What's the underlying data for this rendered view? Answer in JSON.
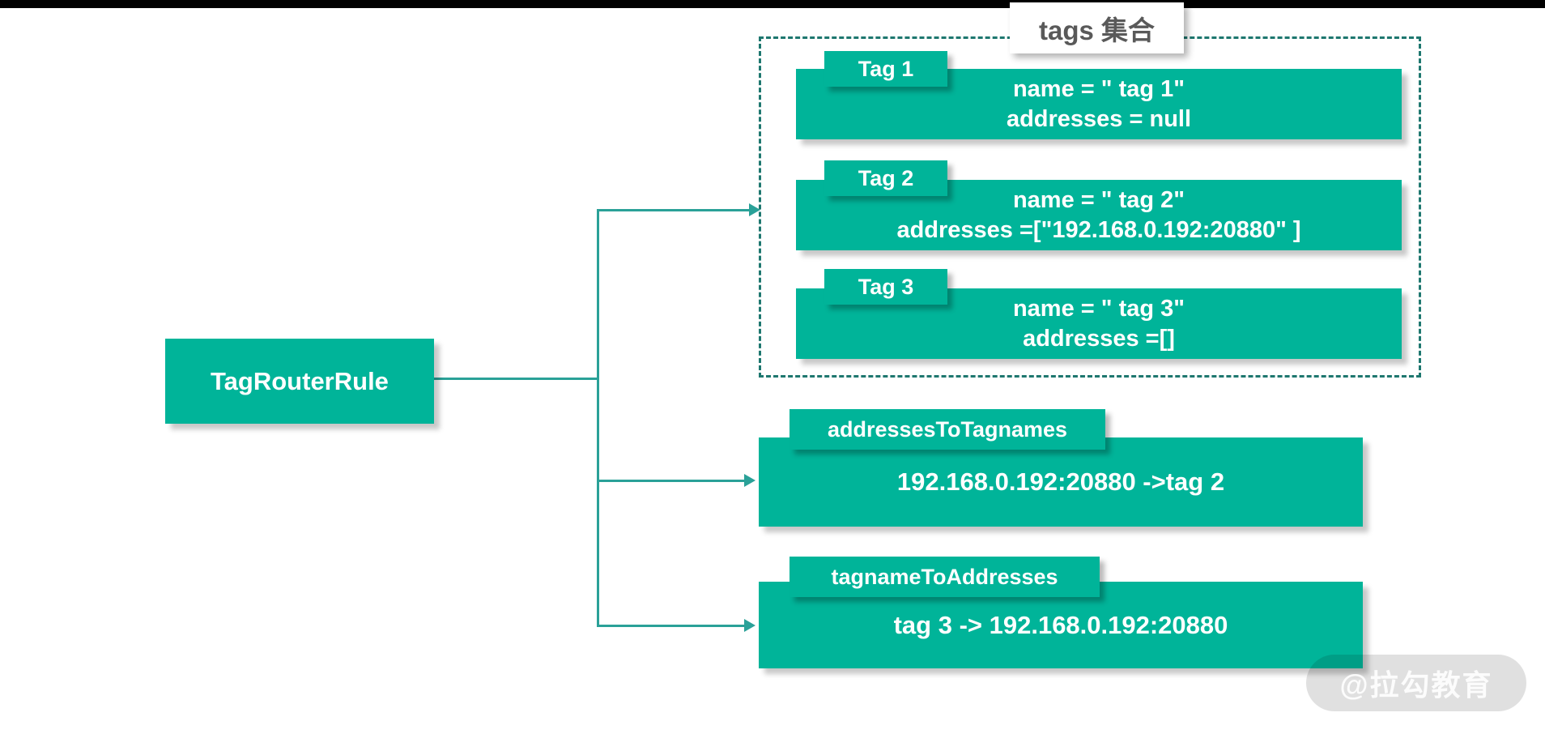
{
  "root": {
    "label": "TagRouterRule"
  },
  "tags_group": {
    "title": "tags 集合",
    "tags": [
      {
        "label": "Tag 1",
        "line1": "name = \" tag 1\"",
        "line2": "addresses = null"
      },
      {
        "label": "Tag 2",
        "line1": "name = \" tag 2\"",
        "line2": "addresses =[\"192.168.0.192:20880\" ]"
      },
      {
        "label": "Tag 3",
        "line1": "name = \" tag 3\"",
        "line2": "addresses =[]"
      }
    ]
  },
  "maps": [
    {
      "label": "addressesToTagnames",
      "content": "192.168.0.192:20880 ->tag 2"
    },
    {
      "label": "tagnameToAddresses",
      "content": "tag 3 -> 192.168.0.192:20880"
    }
  ],
  "watermark": "@拉勾教育",
  "colors": {
    "box": "#00B499",
    "line": "#2AA198",
    "dash": "#1E776F",
    "title-text": "#595959",
    "topbar": "#000000"
  }
}
